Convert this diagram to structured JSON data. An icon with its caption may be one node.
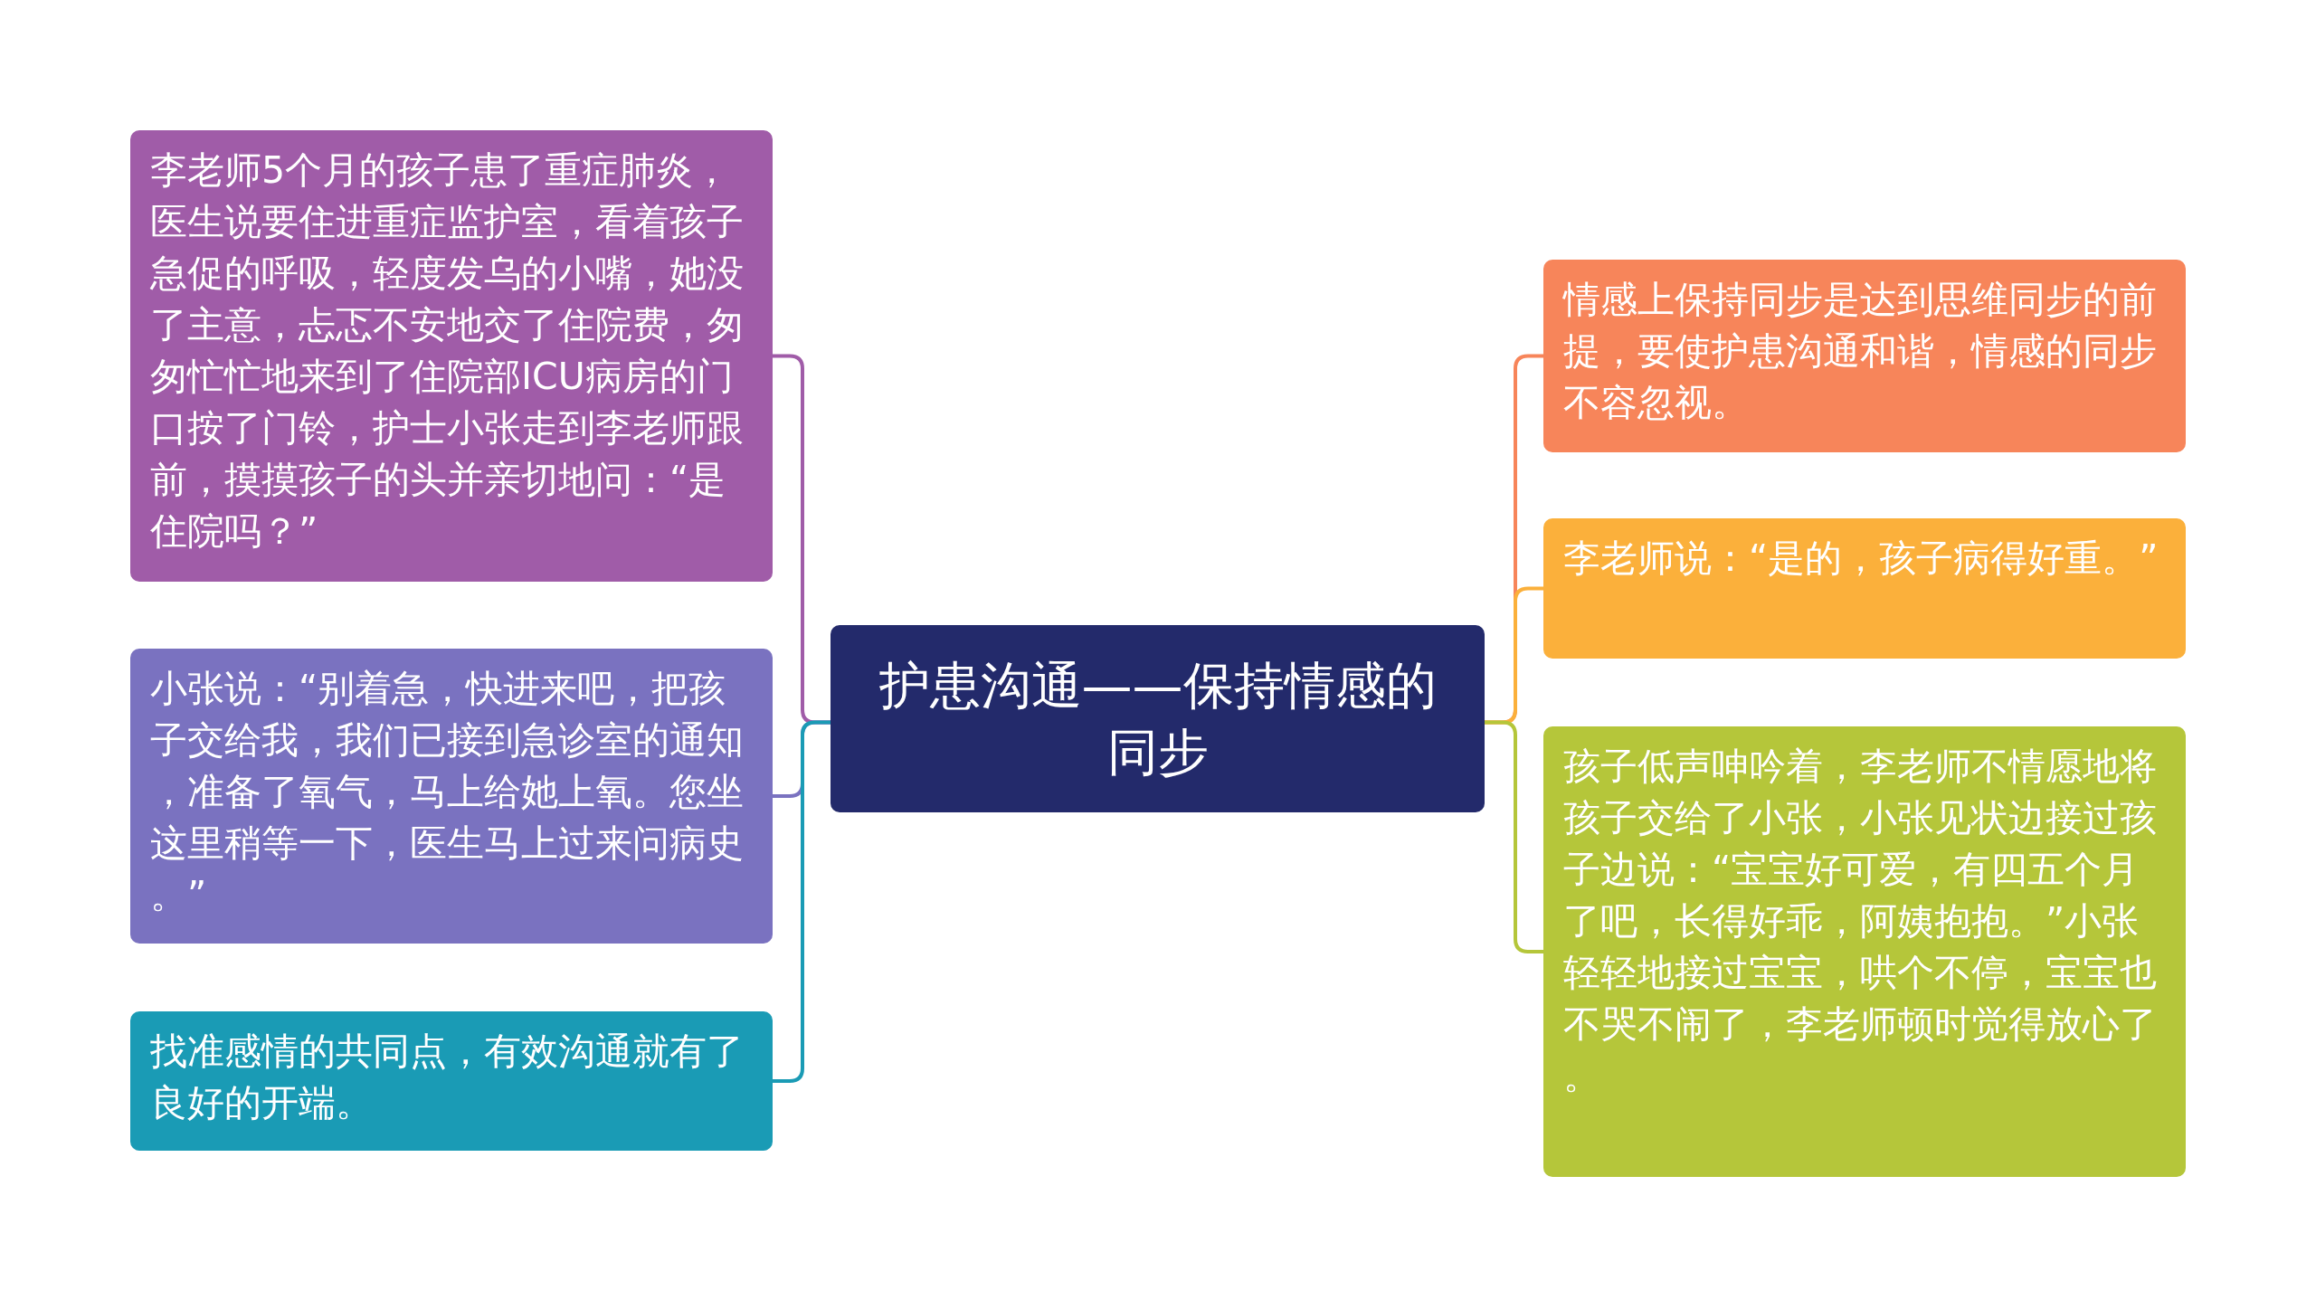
{
  "diagram": {
    "nodes": [
      {
        "text": [
          "护患沟通——保持情感的同步"
        ]
      },
      {
        "text": [
          "李老师5个月的孩子患了重症肺炎，医生说要住进重症监护室，看着孩子急促的呼吸，轻度发乌的小嘴，她没了主意，忐忑不安地交了住院费，匆匆忙忙地来到了住院部ICU病房的门口按了门铃，护士小张走到李老师跟前，摸摸孩子的头并亲切地问：“是住院吗？”"
        ]
      },
      {
        "text": [
          "小张说：“别着急，快进来吧，把孩子交给我，我们已接到急诊室的通知，准备了氧气，马上给她上氧。您坐这里稍等一下，医生马上过来问病史。”"
        ]
      },
      {
        "text": [
          "找准感情的共同点，有效沟通就有了良好的开端。"
        ]
      },
      {
        "text": [
          "情感上保持同步是达到思维同步的前提，要使护患沟通和谐，情感的同步不容忽视。"
        ]
      },
      {
        "text": [
          "李老师说：“是的，孩子病得好重。”"
        ]
      },
      {
        "text": [
          "孩子低声呻吟着，李老师不情愿地将孩子交给了小张，小张见状边接过孩子边说：“宝宝好可爱，有四五个月了吧，长得好乖，阿姨抱抱。”小张轻轻地接过宝宝，哄个不停，宝宝也不哭不闹了，李老师顿时觉得放心了。"
        ]
      }
    ],
    "edges": [
      {
        "from": 0,
        "to": 1,
        "arrow": "none",
        "color": "#a05ca8"
      },
      {
        "from": 0,
        "to": 2,
        "arrow": "none",
        "color": "#7a72c0"
      },
      {
        "from": 0,
        "to": 3,
        "arrow": "none",
        "color": "#1a9bb5"
      },
      {
        "from": 0,
        "to": 4,
        "arrow": "none",
        "color": "#f7855a"
      },
      {
        "from": 0,
        "to": 5,
        "arrow": "none",
        "color": "#fbb03b"
      },
      {
        "from": 0,
        "to": 6,
        "arrow": "none",
        "color": "#b5c63a"
      }
    ]
  }
}
